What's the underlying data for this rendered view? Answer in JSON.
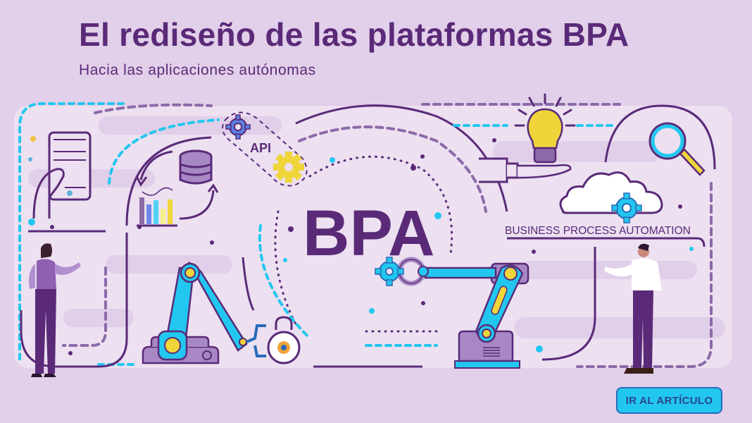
{
  "header": {
    "title": "El rediseño de las plataformas BPA",
    "subtitle": "Hacia las aplicaciones autónomas"
  },
  "illustration": {
    "center_label": "BPA",
    "api_label": "API",
    "caption": "BUSINESS PROCESS AUTOMATION",
    "icons": [
      "tablet-icon",
      "database-icon",
      "bar-chart-icon",
      "gear-icon",
      "lightbulb-icon",
      "cloud-icon",
      "magnifier-icon",
      "robot-arm-icon",
      "padlock-icon"
    ]
  },
  "cta": {
    "label": "IR AL ARTÍCULO"
  },
  "colors": {
    "background": "#e2cfe9",
    "panel": "#ece0f1",
    "primary": "#5a2a78",
    "cyan": "#22c7ef",
    "yellow": "#f0d53a",
    "gear_blue": "#5b7fe0",
    "button_border": "#2a6bb8"
  }
}
